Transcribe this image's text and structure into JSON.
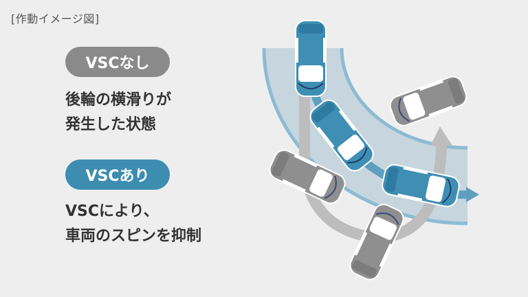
{
  "caption": "[作動イメージ図]",
  "without_vsc": {
    "badge": "VSCなし",
    "line1": "後輪の横滑りが",
    "line2": "発生した状態",
    "color": "#8a8a8a"
  },
  "with_vsc": {
    "badge": "VSCあり",
    "line1": "VSCにより、",
    "line2": "車両のスピンを抑制",
    "color": "#3d8db0"
  },
  "colors": {
    "road": "#c7d6de",
    "road_edge": "#8cbbd4",
    "blue_car": "#3f8eb3",
    "gray_car": "#8f8f8f",
    "gray_arrow": "#bdbdbd",
    "blue_arrow": "#5e9fc0"
  }
}
